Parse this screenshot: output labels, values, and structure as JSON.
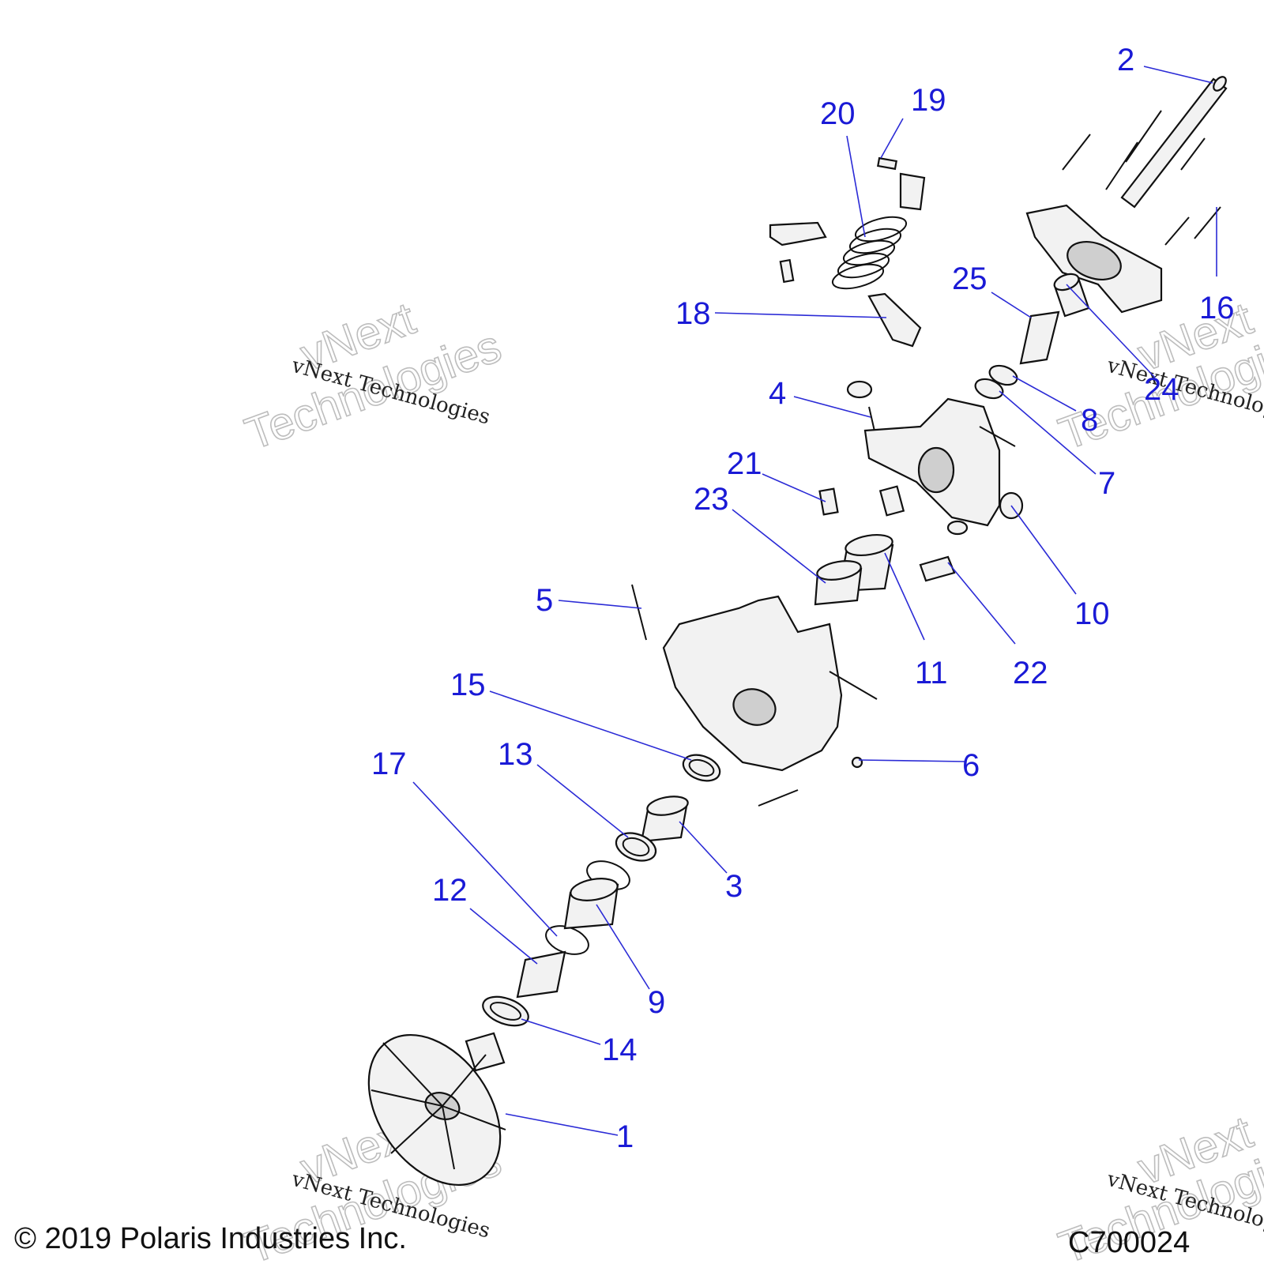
{
  "callouts": [
    {
      "id": "1",
      "label": "1"
    },
    {
      "id": "2",
      "label": "2"
    },
    {
      "id": "3",
      "label": "3"
    },
    {
      "id": "4",
      "label": "4"
    },
    {
      "id": "5",
      "label": "5"
    },
    {
      "id": "6",
      "label": "6"
    },
    {
      "id": "7",
      "label": "7"
    },
    {
      "id": "8",
      "label": "8"
    },
    {
      "id": "9",
      "label": "9"
    },
    {
      "id": "10",
      "label": "10"
    },
    {
      "id": "11",
      "label": "11"
    },
    {
      "id": "12",
      "label": "12"
    },
    {
      "id": "13",
      "label": "13"
    },
    {
      "id": "14",
      "label": "14"
    },
    {
      "id": "15",
      "label": "15"
    },
    {
      "id": "16",
      "label": "16"
    },
    {
      "id": "17",
      "label": "17"
    },
    {
      "id": "18",
      "label": "18"
    },
    {
      "id": "19",
      "label": "19"
    },
    {
      "id": "20",
      "label": "20"
    },
    {
      "id": "21",
      "label": "21"
    },
    {
      "id": "22",
      "label": "22"
    },
    {
      "id": "23",
      "label": "23"
    },
    {
      "id": "24",
      "label": "24"
    },
    {
      "id": "25",
      "label": "25"
    }
  ],
  "watermark": {
    "small": "vNext Technologies",
    "big_line1": "vNext",
    "big_line2": "Technologies"
  },
  "footer": {
    "copyright": "© 2019 Polaris Industries Inc.",
    "drawing_id": "C700024"
  },
  "colors": {
    "callout": "#1a1ad6",
    "leader": "#2b2bd6"
  }
}
